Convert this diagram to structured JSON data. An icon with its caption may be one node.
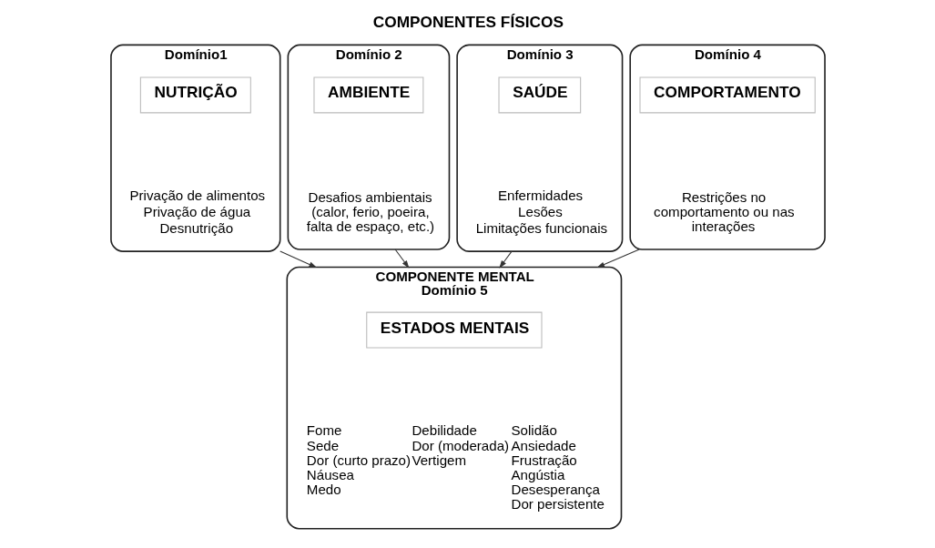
{
  "diagram": {
    "title": "COMPONENTES FÍSICOS",
    "nodes": [
      {
        "text": [
          "Domínio1",
          "Privação de alimentos",
          "Privação de água",
          "Desnutrição"
        ]
      },
      {
        "text": [
          "NUTRIÇÃO"
        ],
        "in": 0
      },
      {
        "text": [
          "Domínio 2",
          "Desafios ambientais (calor, ferio, poeira, falta de espaço, etc.)"
        ]
      },
      {
        "text": [
          "AMBIENTE"
        ],
        "in": 2
      },
      {
        "text": [
          "Domínio 3",
          "Enfermidades",
          "Lesões",
          "Limitações funcionais"
        ]
      },
      {
        "text": [
          "SAÚDE"
        ],
        "in": 4
      },
      {
        "text": [
          "Domínio 4",
          "Restrições no comportamento ou nas interações"
        ]
      },
      {
        "text": [
          "COMPORTAMENTO"
        ],
        "in": 6
      },
      {
        "text": [
          "COMPONENTE MENTAL",
          "Domínio 5",
          "Fome",
          "Sede",
          "Dor (curto prazo)",
          "Náusea",
          "Medo",
          "Debilidade",
          "Dor (moderada)",
          "Vertigem",
          "Solidão",
          "Ansiedade",
          "Frustração",
          "Angústia",
          "Desesperança",
          "Dor persistente"
        ]
      },
      {
        "text": [
          "ESTADOS MENTAIS"
        ],
        "in": 8
      }
    ],
    "edges": [
      {
        "from": 0,
        "to": 8,
        "arrow": "to"
      },
      {
        "from": 2,
        "to": 8,
        "arrow": "to"
      },
      {
        "from": 4,
        "to": 8,
        "arrow": "to"
      },
      {
        "from": 6,
        "to": 8,
        "arrow": "to"
      }
    ]
  }
}
